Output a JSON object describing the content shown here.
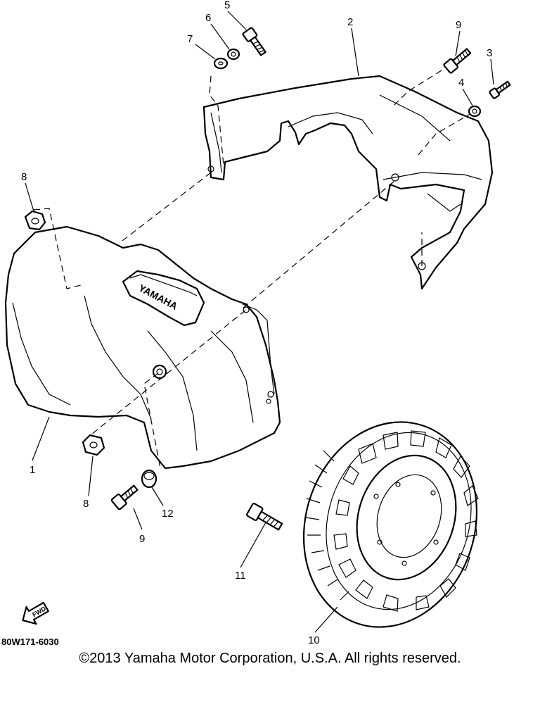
{
  "callouts": {
    "c1": "1",
    "c2": "2",
    "c3": "3",
    "c4": "4",
    "c5": "5",
    "c6": "6",
    "c7": "7",
    "c8a": "8",
    "c8b": "8",
    "c9a": "9",
    "c9b": "9",
    "c10": "10",
    "c11": "11",
    "c12": "12"
  },
  "logo_text": "YAMAHA",
  "fwd_label": "FWD",
  "diagram_code": "80W171-6030",
  "copyright": "©2013 Yamaha Motor Corporation, U.S.A. All rights reserved."
}
